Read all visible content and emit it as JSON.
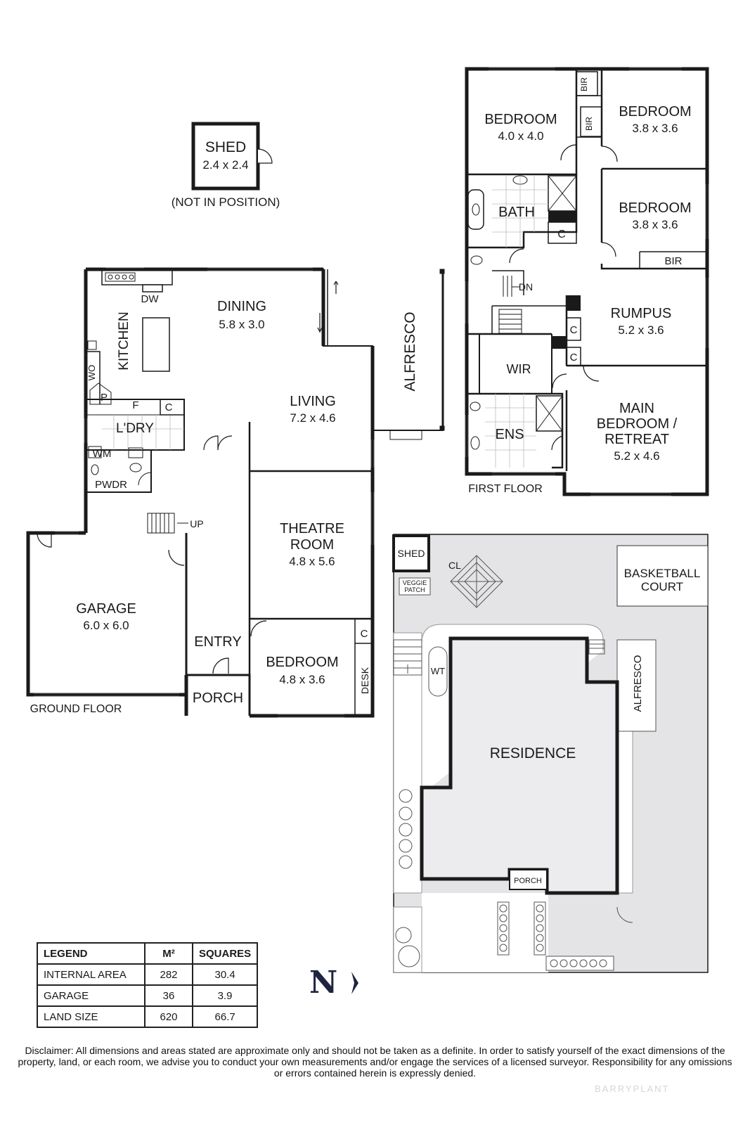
{
  "shed": {
    "name": "SHED",
    "dims": "2.4 x 2.4",
    "note": "(NOT IN POSITION)"
  },
  "ground_floor": {
    "title": "GROUND FLOOR",
    "rooms": {
      "dining": {
        "name": "DINING",
        "dims": "5.8 x 3.0"
      },
      "living": {
        "name": "LIVING",
        "dims": "7.2 x 4.6"
      },
      "kitchen": {
        "name": "KITCHEN"
      },
      "alfresco": {
        "name": "ALFRESCO"
      },
      "laundry": {
        "name": "L'DRY"
      },
      "powder": {
        "name": "PWDR"
      },
      "theatre": {
        "name1": "THEATRE",
        "name2": "ROOM",
        "dims": "4.8 x 5.6"
      },
      "garage": {
        "name": "GARAGE",
        "dims": "6.0 x 6.0"
      },
      "entry": {
        "name": "ENTRY"
      },
      "porch": {
        "name": "PORCH"
      },
      "bedroom": {
        "name": "BEDROOM",
        "dims": "4.8 x 3.6"
      }
    },
    "fixtures": {
      "dw": "DW",
      "wo": "WO",
      "pantry": "P",
      "fridge": "F",
      "cupboard": "C",
      "wm": "WM",
      "up": "UP",
      "desk": "DESK",
      "cupboard2": "C"
    }
  },
  "first_floor": {
    "title": "FIRST FLOOR",
    "rooms": {
      "bedroom1": {
        "name": "BEDROOM",
        "dims": "4.0 x 4.0"
      },
      "bedroom2": {
        "name": "BEDROOM",
        "dims": "3.8 x 3.6"
      },
      "bedroom3": {
        "name": "BEDROOM",
        "dims": "3.8 x 3.6"
      },
      "bath": {
        "name": "BATH"
      },
      "rumpus": {
        "name": "RUMPUS",
        "dims": "5.2 x 3.6"
      },
      "wir": {
        "name": "WIR"
      },
      "ens": {
        "name": "ENS"
      },
      "main": {
        "name1": "MAIN",
        "name2": "BEDROOM /",
        "name3": "RETREAT",
        "dims": "5.2 x 4.6"
      }
    },
    "fixtures": {
      "bir1": "BIR",
      "bir2": "BIR",
      "bir3": "BIR",
      "c1": "C",
      "c2": "C",
      "c3": "C",
      "dn": "DN"
    }
  },
  "site": {
    "shed": "SHED",
    "cl": "CL",
    "veggie1": "VEGGIE",
    "veggie2": "PATCH",
    "basketball1": "BASKETBALL",
    "basketball2": "COURT",
    "wt": "WT",
    "alfresco": "ALFRESCO",
    "residence": "RESIDENCE",
    "porch": "PORCH"
  },
  "legend": {
    "headers": [
      "LEGEND",
      "M²",
      "SQUARES"
    ],
    "rows": [
      {
        "label": "INTERNAL AREA",
        "m2": "282",
        "squares": "30.4"
      },
      {
        "label": "GARAGE",
        "m2": "36",
        "squares": "3.9"
      },
      {
        "label": "LAND SIZE",
        "m2": "620",
        "squares": "66.7"
      }
    ]
  },
  "north": "N",
  "disclaimer": "Disclaimer: All dimensions and areas stated are approximate only and should not be taken as a definite. In order to satisfy yourself of the exact dimensions of the property, land, or each room, we advise you to conduct your own measurements and/or engage the services of a licensed surveyor. Responsibility for any omissions or errors contained herein is expressly denied.",
  "watermark": "BARRYPLANT",
  "colors": {
    "wall": "#1a1a1a",
    "site_grey": "#e4e4e6",
    "residence_grey": "#ececee",
    "navy": "#1e2540"
  }
}
